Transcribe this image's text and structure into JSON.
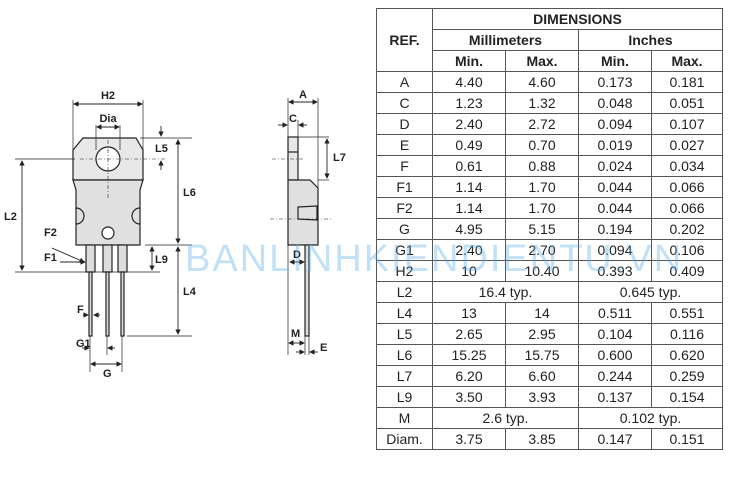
{
  "drawing": {
    "front_labels": {
      "H2": "H2",
      "Dia": "Dia",
      "L5": "L5",
      "L6": "L6",
      "L2": "L2",
      "F2": "F2",
      "F1": "F1",
      "L9": "L9",
      "L4": "L4",
      "F": "F",
      "G1": "G1",
      "G": "G"
    },
    "side_labels": {
      "A": "A",
      "C": "C",
      "L7": "L7",
      "D": "D",
      "M": "M",
      "E": "E"
    }
  },
  "watermark": "BANLINHKIENDIENTU.VN",
  "table": {
    "header": {
      "ref": "REF.",
      "dimensions": "DIMENSIONS",
      "mm": "Millimeters",
      "inches": "Inches",
      "min": "Min.",
      "max": "Max."
    },
    "rows": [
      [
        "A",
        "4.40",
        "4.60",
        "0.173",
        "0.181"
      ],
      [
        "C",
        "1.23",
        "1.32",
        "0.048",
        "0.051"
      ],
      [
        "D",
        "2.40",
        "2.72",
        "0.094",
        "0.107"
      ],
      [
        "E",
        "0.49",
        "0.70",
        "0.019",
        "0.027"
      ],
      [
        "F",
        "0.61",
        "0.88",
        "0.024",
        "0.034"
      ],
      [
        "F1",
        "1.14",
        "1.70",
        "0.044",
        "0.066"
      ],
      [
        "F2",
        "1.14",
        "1.70",
        "0.044",
        "0.066"
      ],
      [
        "G",
        "4.95",
        "5.15",
        "0.194",
        "0.202"
      ],
      [
        "G1",
        "2.40",
        "2.70",
        "0.094",
        "0.106"
      ],
      [
        "H2",
        "10",
        "10.40",
        "0.393",
        "0.409"
      ],
      [
        "L2",
        "16.4 typ.",
        "0.645 typ."
      ],
      [
        "L4",
        "13",
        "14",
        "0.511",
        "0.551"
      ],
      [
        "L5",
        "2.65",
        "2.95",
        "0.104",
        "0.116"
      ],
      [
        "L6",
        "15.25",
        "15.75",
        "0.600",
        "0.620"
      ],
      [
        "L7",
        "6.20",
        "6.60",
        "0.244",
        "0.259"
      ],
      [
        "L9",
        "3.50",
        "3.93",
        "0.137",
        "0.154"
      ],
      [
        "M",
        "2.6 typ.",
        "0.102 typ."
      ],
      [
        "Diam.",
        "3.75",
        "3.85",
        "0.147",
        "0.151"
      ]
    ]
  }
}
